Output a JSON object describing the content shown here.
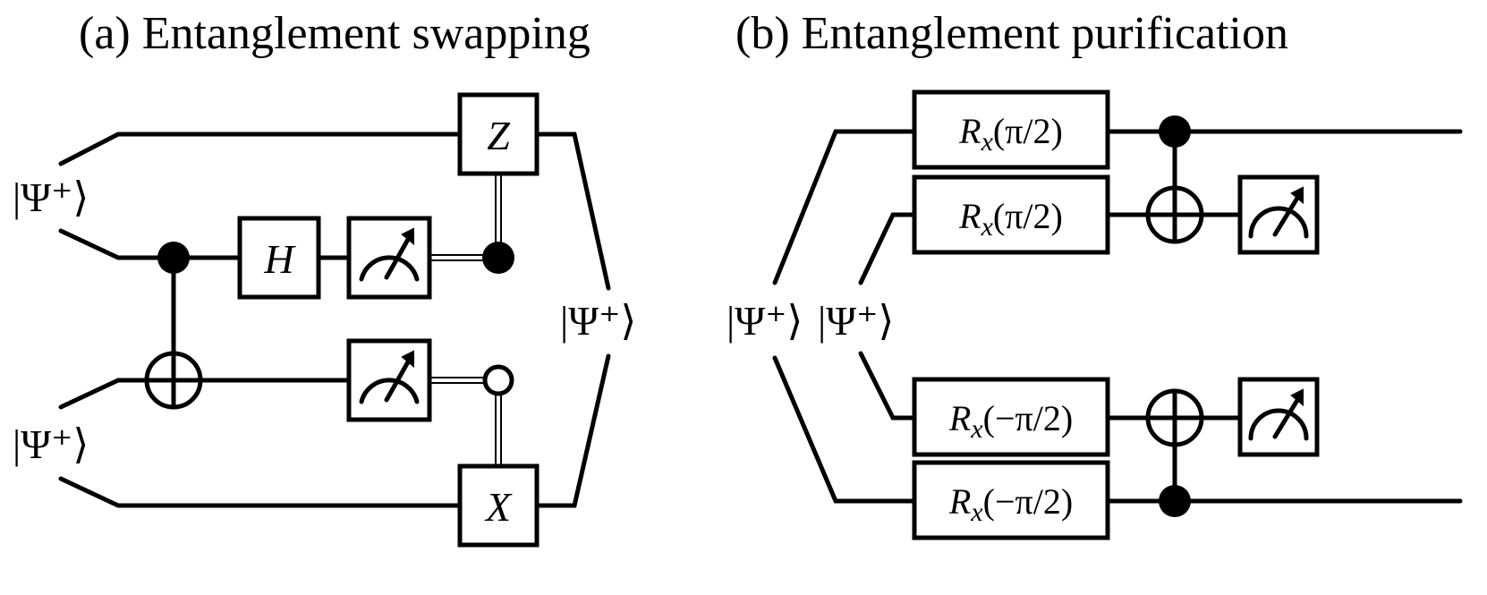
{
  "panels": {
    "a": {
      "title": "(a) Entanglement swapping",
      "input_ket_top": "|Ψ⁺⟩",
      "input_ket_bottom": "|Ψ⁺⟩",
      "output_ket": "|Ψ⁺⟩",
      "gate_h": "H",
      "gate_z": "Z",
      "gate_x": "X"
    },
    "b": {
      "title": "(b) Entanglement purification",
      "ket_outer": "|Ψ⁺⟩",
      "ket_inner": "|Ψ⁺⟩",
      "rx_symbol": "R",
      "rx_subscript": "x",
      "rx_arg_1": "(π/2)",
      "rx_arg_2": "(π/2)",
      "rx_arg_3": "(−π/2)",
      "rx_arg_4": "(−π/2)"
    }
  }
}
